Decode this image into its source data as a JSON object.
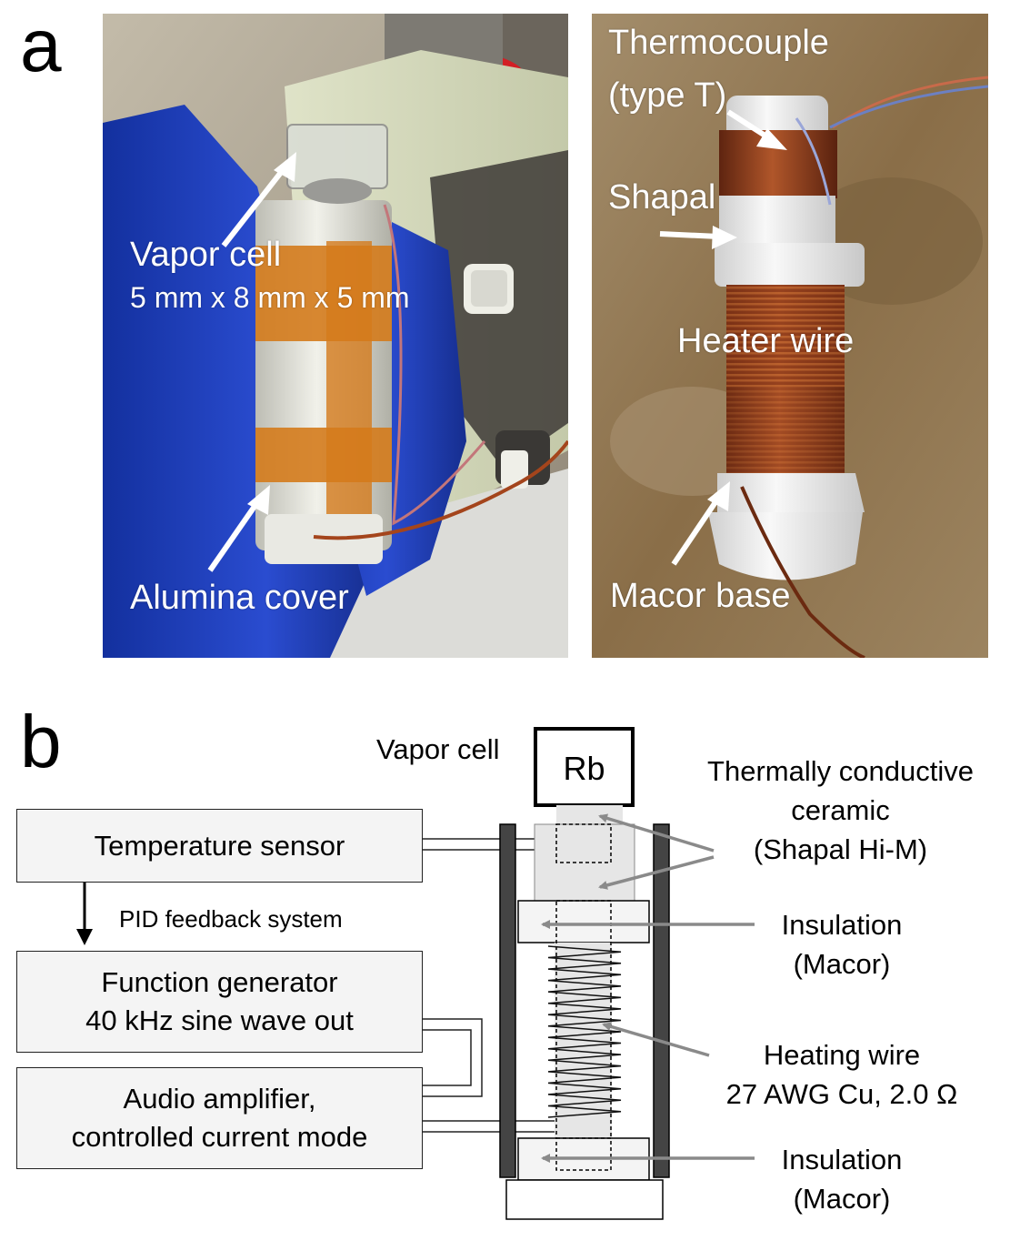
{
  "panels": {
    "a": "a",
    "b": "b"
  },
  "photo_labels": {
    "vapor_cell": "Vapor cell",
    "vapor_cell_dims": "5 mm x 8 mm x 5 mm",
    "alumina_cover": "Alumina cover",
    "thermocouple": "Thermocouple",
    "thermocouple_type": "(type T)",
    "shapal": "Shapal",
    "heater_wire": "Heater wire",
    "macor_base": "Macor base"
  },
  "diagram": {
    "vapor_cell_label": "Vapor cell",
    "rb": "Rb",
    "temperature_sensor": "Temperature sensor",
    "pid": "PID feedback system",
    "function_generator": [
      "Function generator",
      "40 kHz sine wave out"
    ],
    "audio_amplifier": [
      "Audio amplifier,",
      "controlled current mode"
    ],
    "ceramic": [
      "Thermally conductive",
      "ceramic",
      "(Shapal Hi-M)"
    ],
    "insulation_top": [
      "Insulation",
      "(Macor)"
    ],
    "heating_wire": [
      "Heating wire",
      "27 AWG Cu, 2.0 Ω"
    ],
    "insulation_bottom": [
      "Insulation",
      "(Macor)"
    ]
  },
  "colors": {
    "photo_tape": "#d47b1c",
    "copper": "#a4451c",
    "glove": "#1f3fb3",
    "arrow_gray": "#8a8a8a"
  }
}
